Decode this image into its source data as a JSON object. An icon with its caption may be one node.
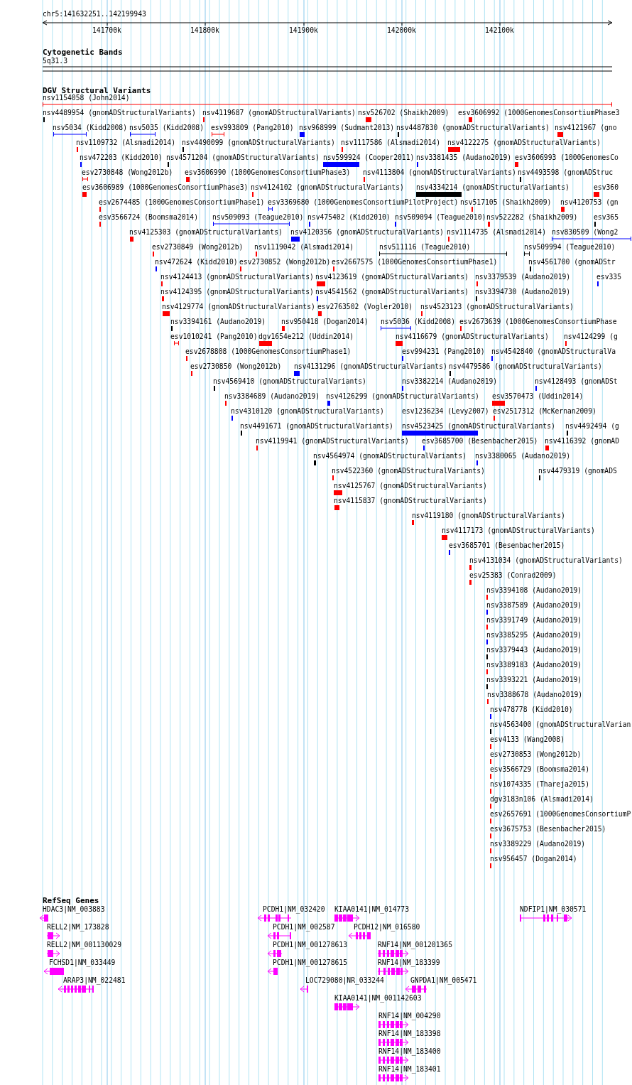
{
  "diagram": {
    "labels": [
      "chr5:141632251..142199943",
      "141700k",
      "141800k",
      "141900k",
      "142000k",
      "142100k",
      "Cytogenetic Bands",
      "5q31.3",
      "DGV Structural Variants",
      "nsv1154058 (John2014)",
      "nsv4489954 (gnomADStructuralVariants)",
      "nsv4119687 (gnomADStructuralVariants)",
      "nsv526702 (Shaikh2009)",
      "esv3606992 (1000GenomesConsortiumPhase3",
      "nsv5034 (Kidd2008)",
      "nsv5035 (Kidd2008)",
      "esv993809 (Pang2010)",
      "nsv968999 (Sudmant2013)",
      "nsv4487830 (gnomADStructuralVariants)",
      "nsv4121967 (gno",
      "nsv1109732 (Alsmadi2014)",
      "nsv4490099 (gnomADStructuralVariants)",
      "nsv1117586 (Alsmadi2014)",
      "nsv4122275 (gnomADStructuralVariants)",
      "nsv472203 (Kidd2010)",
      "nsv4571204 (gnomADStructuralVariants)",
      "nsv599924 (Cooper2011)",
      "nsv3381435 (Audano2019)",
      "esv3606993 (1000GenomesCo",
      "esv2730848 (Wong2012b)",
      "esv3606990 (1000GenomesConsortiumPhase3)",
      "nsv4113804 (gnomADStructuralVariants)",
      "nsv4493598 (gnomADStruc",
      "esv3606989 (1000GenomesConsortiumPhase3)",
      "nsv4124102 (gnomADStructuralVariants)",
      "nsv4334214 (gnomADStructuralVariants)",
      "esv360",
      "esv2674485 (1000GenomesConsortiumPhase1)",
      "esv3369680 (1000GenomesConsortiumPilotProject)",
      "nsv517105 (Shaikh2009)",
      "nsv4120753 (gn",
      "esv3566724 (Boomsma2014)",
      "nsv509093 (Teague2010)",
      "nsv475402 (Kidd2010)",
      "nsv509094 (Teague2010)",
      "nsv522282 (Shaikh2009)",
      "esv365",
      "nsv4125303 (gnomADStructuralVariants)",
      "nsv4120356 (gnomADStructuralVariants)",
      "nsv1114735 (Alsmadi2014)",
      "nsv830509 (Wong2",
      "esv2730849 (Wong2012b)",
      "nsv1119042 (Alsmadi2014)",
      "nsv511116 (Teague2010)",
      "nsv509994 (Teague2010)",
      "nsv472624 (Kidd2010)",
      "esv2730852 (Wong2012b)",
      "esv2667575 (1000GenomesConsortiumPhase1)",
      "nsv4561700 (gnomADStr",
      "nsv4124413 (gnomADStructuralVariants)",
      "nsv4123619 (gnomADStructuralVariants)",
      "nsv3379539 (Audano2019)",
      "esv335",
      "nsv4124395 (gnomADStructuralVariants)",
      "nsv4541562 (gnomADStructuralVariants)",
      "nsv3394730 (Audano2019)",
      "nsv4129774 (gnomADStructuralVariants)",
      "esv2763502 (Vogler2010)",
      "nsv4523123 (gnomADStructuralVariants)",
      "nsv3394161 (Audano2019)",
      "nsv950418 (Dogan2014)",
      "nsv5036 (Kidd2008)",
      "esv2673639 (1000GenomesConsortiumPhase",
      "esv1010241 (Pang2010)",
      "dgv1654e212 (Uddin2014)",
      "nsv4116679 (gnomADStructuralVariants)",
      "nsv4124299 (g",
      "esv2678808 (1000GenomesConsortiumPhase1)",
      "esv994231 (Pang2010)",
      "nsv4542840 (gnomADStructuralVa",
      "esv2730850 (Wong2012b)",
      "nsv4131296 (gnomADStructuralVariants)",
      "nsv4479586 (gnomADStructuralVariants)",
      "nsv4569410 (gnomADStructuralVariants)",
      "nsv3382214 (Audano2019)",
      "nsv4128493 (gnomADSt",
      "nsv3384689 (Audano2019)",
      "nsv4126299 (gnomADStructuralVariants)",
      "esv3570473 (Uddin2014)",
      "nsv4310120 (gnomADStructuralVariants)",
      "esv1236234 (Levy2007)",
      "esv2517312 (McKernan2009)",
      "nsv4491671 (gnomADStructuralVariants)",
      "nsv4523425 (gnomADStructuralVariants)",
      "nsv4492494 (g",
      "nsv4119941 (gnomADStructuralVariants)",
      "esv3685700 (Besenbacher2015)",
      "nsv4116392 (gnomAD",
      "nsv4564974 (gnomADStructuralVariants)",
      "nsv3380065 (Audano2019)",
      "nsv4522360 (gnomADStructuralVariants)",
      "nsv4479319 (gnomADS",
      "nsv4125767 (gnomADStructuralVariants)",
      "nsv4115837 (gnomADStructuralVariants)",
      "nsv4119180 (gnomADStructuralVariants)",
      "nsv4117173 (gnomADStructuralVariants)",
      "esv3685701 (Besenbacher2015)",
      "nsv4131034 (gnomADStructuralVariants)",
      "esv25383 (Conrad2009)",
      "nsv3394108 (Audano2019)",
      "nsv3387589 (Audano2019)",
      "nsv3391749 (Audano2019)",
      "nsv3385295 (Audano2019)",
      "nsv3379443 (Audano2019)",
      "nsv3389183 (Audano2019)",
      "nsv3393221 (Audano2019)",
      "nsv3388678 (Audano2019)",
      "nsv478778 (Kidd2010)",
      "nsv4563400 (gnomADStructuralVarian",
      "esv4133 (Wang2008)",
      "esv2730853 (Wong2012b)",
      "esv3566729 (Boomsma2014)",
      "nsv1074335 (Thareja2015)",
      "dgv3183n106 (Alsmadi2014)",
      "esv2657691 (1000GenomesConsortiumP",
      "esv3675753 (Besenbacher2015)",
      "nsv3389229 (Audano2019)",
      "nsv956457 (Dogan2014)",
      "RefSeq Genes",
      "HDAC3|NM_003883",
      "PCDH1|NM_032420",
      "KIAA0141|NM_014773",
      "NDFIP1|NM_030571",
      "RELL2|NM_173828",
      "PCDH1|NM_002587",
      "PCDH12|NM_016580",
      "RELL2|NM_001130029",
      "PCDH1|NM_001278613",
      "RNF14|NM_001201365",
      "FCHSD1|NM_033449",
      "PCDH1|NM_001278615",
      "RNF14|NM_183399",
      "ARAP3|NM_022481",
      "LOC729080|NR_033244",
      "GNPDA1|NM_005471",
      "KIAA0141|NM_001142603",
      "RNF14|NM_004290",
      "RNF14|NM_183398",
      "RNF14|NM_183400",
      "RNF14|NM_183401"
    ]
  }
}
